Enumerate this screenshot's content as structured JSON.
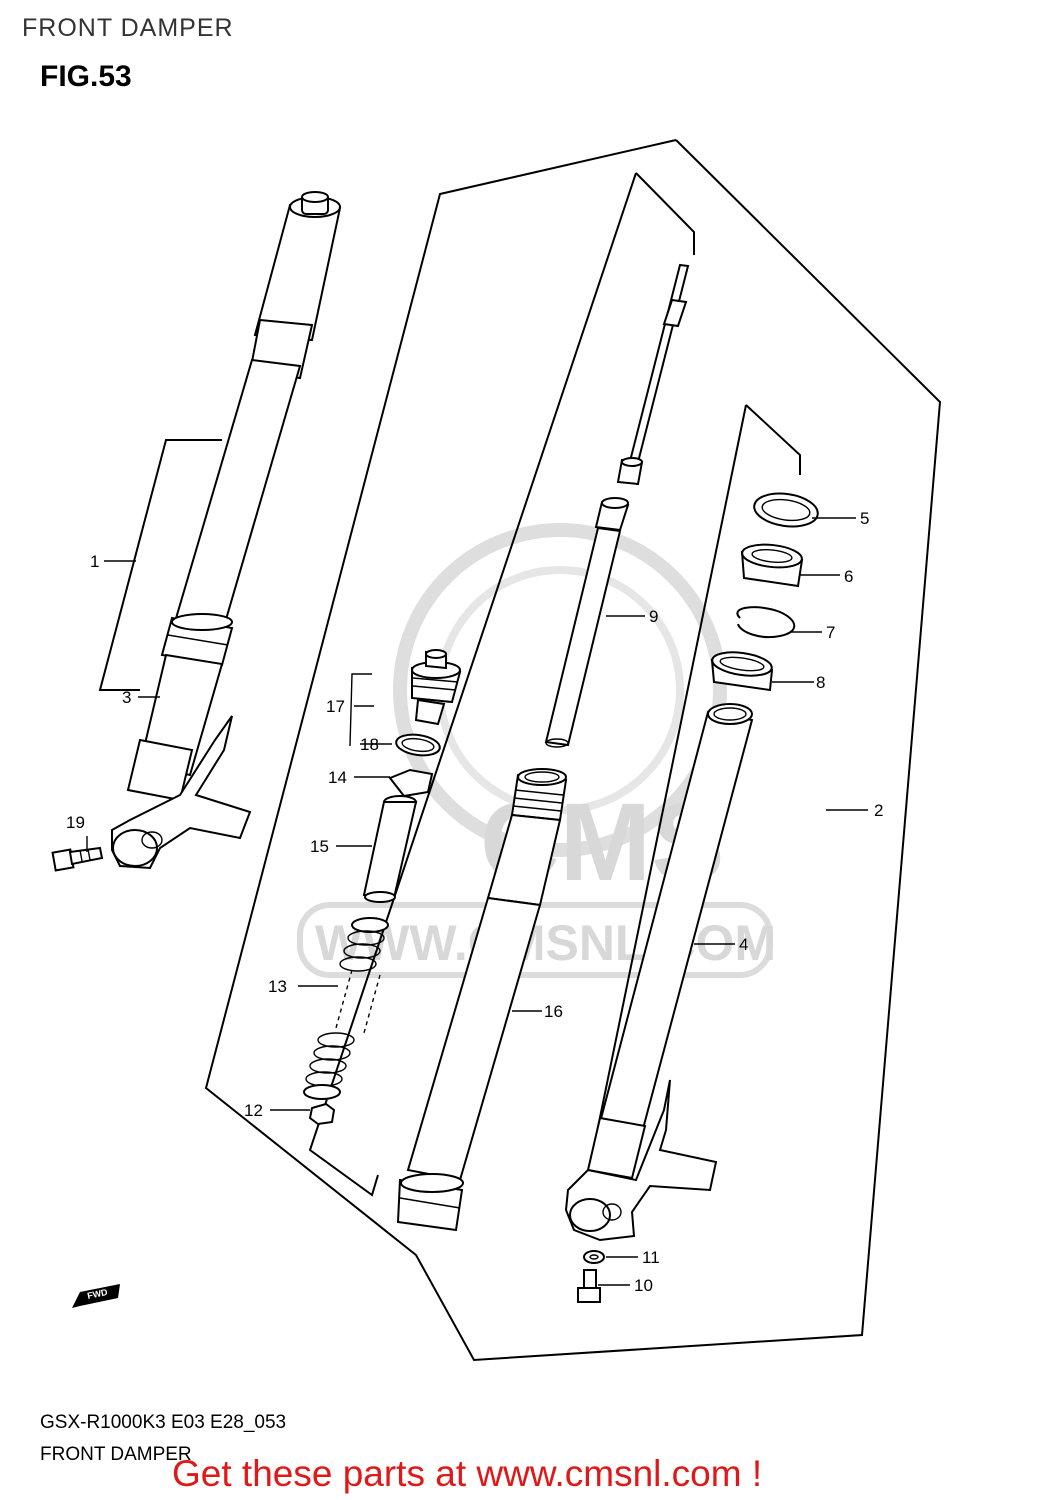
{
  "header": {
    "title": "FRONT DAMPER"
  },
  "figure": {
    "label": "FIG.53"
  },
  "watermark": {
    "url": "WWW.CMSNL.COM",
    "logo_text": "CMS"
  },
  "direction_marker": {
    "text": "FWD"
  },
  "parts": [
    {
      "id": "1",
      "label": "1"
    },
    {
      "id": "2",
      "label": "2"
    },
    {
      "id": "3",
      "label": "3"
    },
    {
      "id": "4",
      "label": "4"
    },
    {
      "id": "5",
      "label": "5"
    },
    {
      "id": "6",
      "label": "6"
    },
    {
      "id": "7",
      "label": "7"
    },
    {
      "id": "8",
      "label": "8"
    },
    {
      "id": "9",
      "label": "9"
    },
    {
      "id": "10",
      "label": "10"
    },
    {
      "id": "11",
      "label": "11"
    },
    {
      "id": "12",
      "label": "12"
    },
    {
      "id": "13",
      "label": "13"
    },
    {
      "id": "14",
      "label": "14"
    },
    {
      "id": "15",
      "label": "15"
    },
    {
      "id": "16",
      "label": "16"
    },
    {
      "id": "17",
      "label": "17"
    },
    {
      "id": "18",
      "label": "18"
    },
    {
      "id": "19",
      "label": "19"
    }
  ],
  "footer": {
    "model_code": "GSX-R1000K3 E03 E28_053",
    "section_name": "FRONT DAMPER",
    "promo_text": "Get these parts at www.cmsnl.com !"
  },
  "colors": {
    "promo": "#e01818",
    "watermark": "#d8d8d8",
    "line": "#000000"
  }
}
